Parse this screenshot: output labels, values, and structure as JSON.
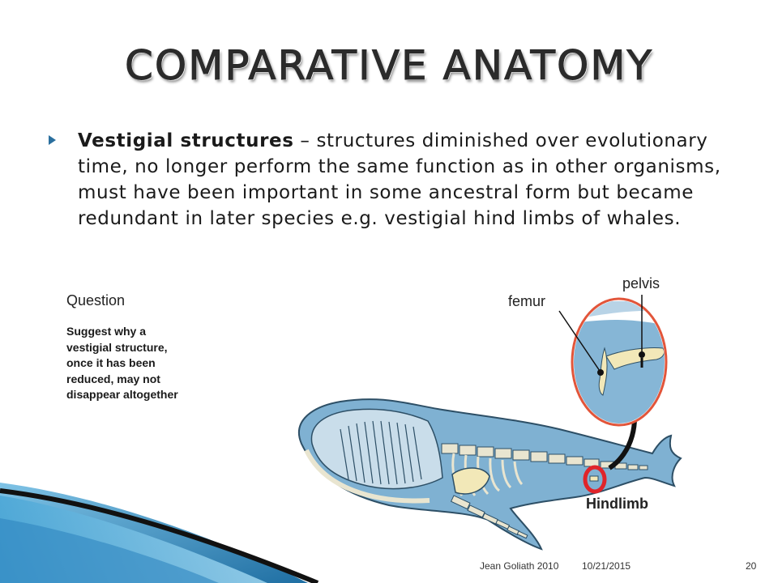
{
  "slide": {
    "title": "COMPARATIVE ANATOMY",
    "bullet": {
      "term": "Vestigial structures",
      "definition": " – structures diminished over evolutionary time, no longer perform the same function as in other organisms, must have been important in some ancestral form but became redundant in later species e.g. vestigial hind limbs of whales."
    },
    "question": {
      "label": "Question",
      "text": "Suggest why a vestigial structure, once it has been reduced, may not disappear altogether"
    },
    "diagram": {
      "labels": {
        "pelvis": "pelvis",
        "femur": "femur",
        "hindlimb": "Hindlimb"
      }
    },
    "footer": {
      "author": "Jean Goliath 2010",
      "date": "10/21/2015",
      "page_number": "20"
    }
  }
}
